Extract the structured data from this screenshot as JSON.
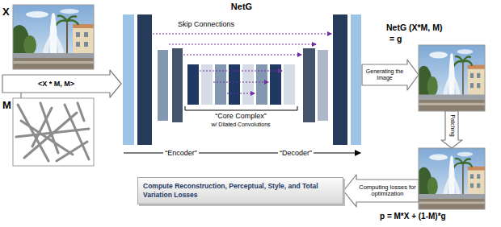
{
  "diagram": {
    "nodes": [
      {
        "text": [
          "X"
        ]
      },
      {
        "text": [
          "M"
        ]
      },
      {
        "text": [
          "NetG"
        ]
      },
      {
        "text": [
          "NetG (X*M, M)",
          "= g"
        ]
      },
      {
        "text": [
          "p = M*X + (1-M)*g"
        ]
      },
      {
        "text": [
          "Compute Reconstruction, Perceptual, Style, and Total Variation Losses"
        ]
      }
    ],
    "edges": [
      {
        "from": 0,
        "to": 2,
        "arrow": "to",
        "label": "<X * M, M>"
      },
      {
        "from": 1,
        "to": 2,
        "arrow": "to"
      },
      {
        "from": 2,
        "to": 3,
        "arrow": "to",
        "label": "Generating the Image"
      },
      {
        "from": 3,
        "to": 4,
        "arrow": "to",
        "label": "Patching"
      },
      {
        "from": 4,
        "to": 5,
        "arrow": "to",
        "label": "Computing losses for optimization"
      }
    ],
    "labels": [
      "Skip Connections",
      "“Core Complex”",
      "w/ Dilated Convolutions",
      "“Encoder”",
      "“Decoder”"
    ]
  }
}
